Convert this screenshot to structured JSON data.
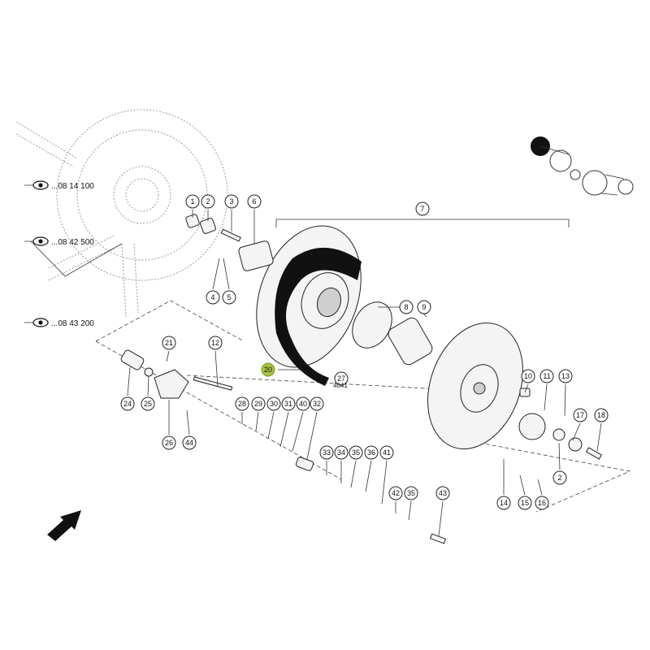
{
  "references": [
    {
      "text": "...08 14 100",
      "icon": "eye-icon"
    },
    {
      "text": "...08 42 500",
      "icon": "eye-icon"
    },
    {
      "text": "...08 43 200",
      "icon": "eye-icon"
    }
  ],
  "drawing_code": "4041",
  "highlight_color": "#a9c23f",
  "callouts": [
    "1",
    "2",
    "3",
    "6",
    "7",
    "4",
    "5",
    "8",
    "9",
    "20",
    "27",
    "21",
    "12",
    "24",
    "25",
    "26",
    "44",
    "28",
    "29",
    "30",
    "31",
    "40",
    "32",
    "10",
    "11",
    "13",
    "17",
    "18",
    "2",
    "33",
    "34",
    "35",
    "36",
    "41",
    "42",
    "35",
    "43",
    "14",
    "15",
    "16"
  ]
}
